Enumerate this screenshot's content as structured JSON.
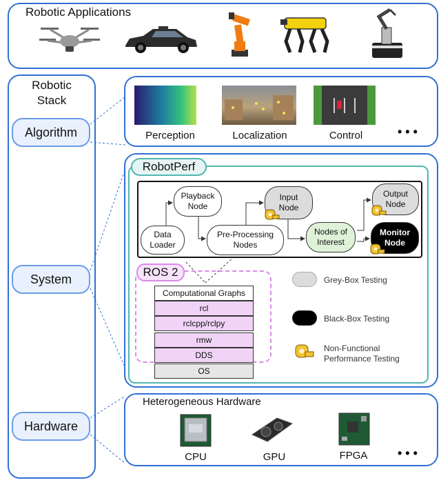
{
  "applications": {
    "title": "Robotic Applications",
    "icons": [
      "drone-icon",
      "autonomous-car-icon",
      "industrial-arm-icon",
      "quadruped-robot-icon",
      "mobile-manipulator-icon"
    ]
  },
  "stack": {
    "title_line1": "Robotic",
    "title_line2": "Stack",
    "levels": [
      "Algorithm",
      "System",
      "Hardware"
    ]
  },
  "algorithms": {
    "items": [
      "Perception",
      "Localization",
      "Control"
    ],
    "more": "• • •"
  },
  "robotperf": {
    "label": "RobotPerf",
    "nodes": {
      "data_loader": "Data\nLoader",
      "playback": "Playback\nNode",
      "preprocessing": "Pre-Processing\nNodes",
      "input": "Input\nNode",
      "interest": "Nodes of\nInterest",
      "output": "Output\nNode",
      "monitor": "Monitor\nNode"
    }
  },
  "ros2": {
    "label": "ROS 2",
    "layers": [
      "Computational Graphs",
      "rcl",
      "rclcpp/rclpy",
      "rmw",
      "DDS",
      "OS"
    ]
  },
  "legend": {
    "grey": "Grey-Box Testing",
    "black": "Black-Box Testing",
    "nonfunc_line1": "Non-Functional",
    "nonfunc_line2": "Performance Testing"
  },
  "hardware": {
    "title": "Heterogeneous Hardware",
    "items": [
      "CPU",
      "GPU",
      "FPGA"
    ],
    "more": "• • •"
  },
  "colors": {
    "accent": "#2f6fd6",
    "teal": "#4fb8b0",
    "ros": "#d98ae6",
    "layer_fill": "#f0d3f7",
    "grey_fill": "#dcdcdc",
    "green_fill": "#dff2d8",
    "tape": "#f2c230"
  }
}
